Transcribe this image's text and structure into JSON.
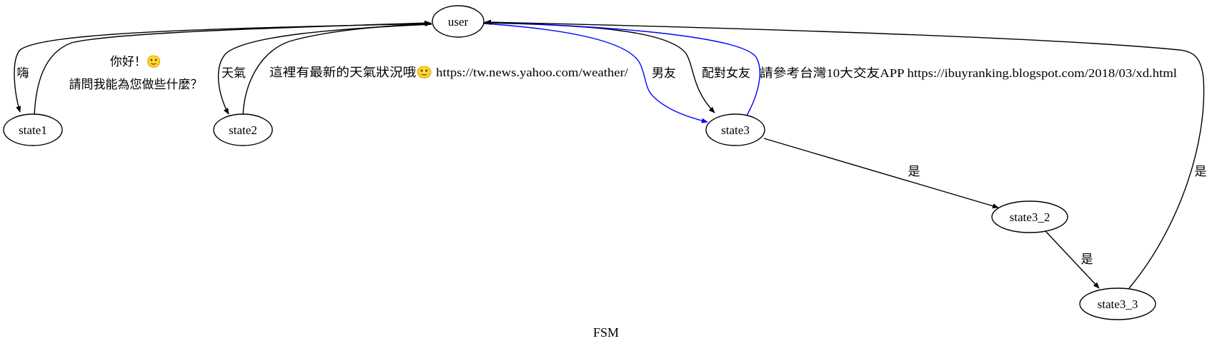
{
  "diagram": {
    "caption": "FSM",
    "nodes": {
      "user": "user",
      "state1": "state1",
      "state2": "state2",
      "state3": "state3",
      "state3_2": "state3_2",
      "state3_3": "state3_3"
    },
    "edges": {
      "user_state1": "嗨",
      "state1_user_line1": "你好！🙂",
      "state1_user_line2": "請問我能為您做些什麼？",
      "user_state2": "天氣",
      "state2_user": "這裡有最新的天氣狀況哦🙂 https://tw.news.yahoo.com/weather/",
      "user_state3_blue": "男友",
      "user_state3": "配對女友",
      "state3_user": "請參考台灣10大交友APP https://ibuyranking.blogspot.com/2018/03/xd.html",
      "state3_state3_2": "是",
      "state3_2_state3_3": "是",
      "state3_3_user": "是"
    },
    "colors": {
      "edge_default": "#000000",
      "edge_highlight": "#0000ff"
    }
  }
}
